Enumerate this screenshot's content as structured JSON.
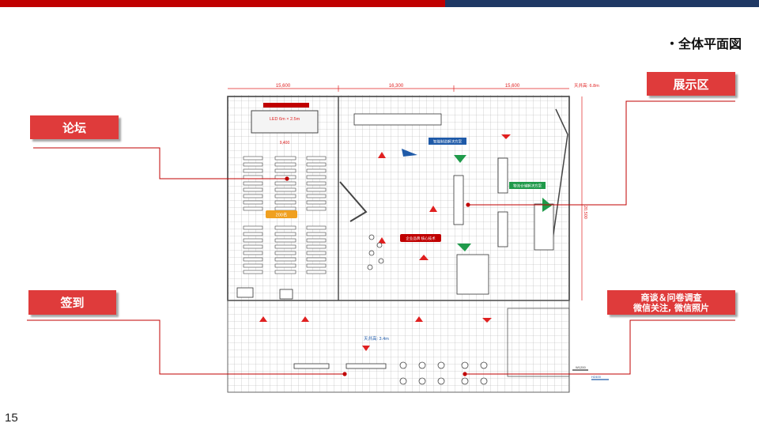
{
  "page": {
    "title": "・全体平面図",
    "number": "15"
  },
  "labels": {
    "forum": "论坛",
    "exhibit": "展示区",
    "signin": "签到",
    "talk_line1": "商谈＆问卷调查",
    "talk_line2": "微信关注, 微信照片"
  },
  "floorplan": {
    "dim_left": "15,600",
    "dim_mid": "16,300",
    "dim_right": "15,600",
    "ceiling_top": "天井高: 6.8m",
    "ceiling_bottom": "天井高: 3.4m",
    "led": "LED 6m × 2.5m",
    "led_dim": "9,400",
    "height_dim": "20,500",
    "seats": "200名",
    "sign_1": "智能制造解决方案",
    "sign_2": "物流仓储解决方案",
    "sign_3": "企业品牌  核心技术",
    "legend_1": "W1200",
    "legend_2": "H2400"
  },
  "colors": {
    "accent_red": "#c00000",
    "navy": "#1f3864",
    "label_red": "#df3b3b",
    "grid": "#b0b0b0",
    "plan_red": "#e02020",
    "plan_blue": "#1f5aa8",
    "plan_green": "#1f9a4a",
    "plan_orange": "#f0a020"
  }
}
